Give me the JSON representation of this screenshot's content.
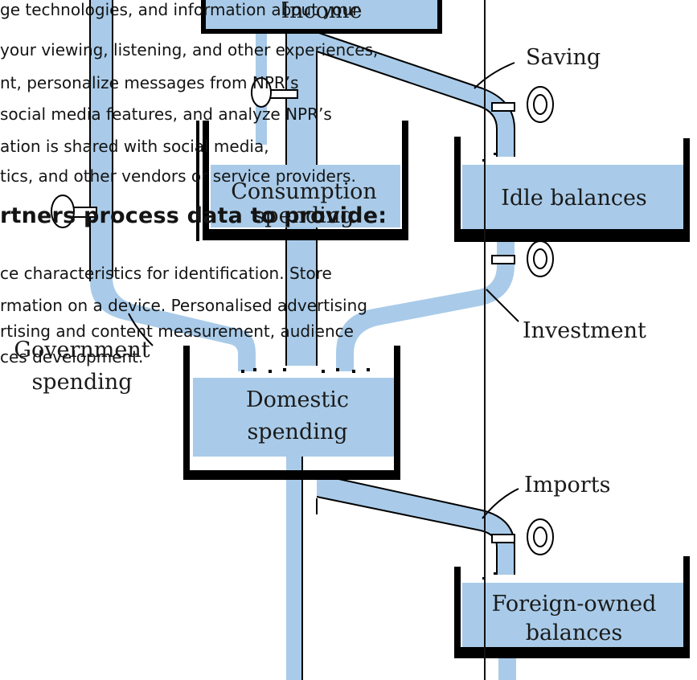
{
  "diagram": {
    "top_tank_label": "Income",
    "consumption_label": [
      "Consumption",
      "spending"
    ],
    "idle_label": "Idle balances",
    "domestic_label": [
      "Domestic",
      "spending"
    ],
    "foreign_label": [
      "Foreign-owned",
      "balances"
    ],
    "government_label": [
      "Government",
      "spending"
    ],
    "saving_label": "Saving",
    "investment_label": "Investment",
    "imports_label": "Imports",
    "water_color": "#a9cbe9"
  },
  "consent": {
    "lines": [
      "ge technologies, and information about your",
      " your viewing, listening, and other experiences,",
      "nt, personalize messages from NPR’s",
      "social media features, and analyze NPR’s",
      "ation is shared with social media,",
      "tics, and other vendors or service providers."
    ],
    "heading": "rtners process data to provide:",
    "purposes": [
      "ce characteristics for identification. Store",
      "rmation on a device. Personalised advertising",
      "rtising and content measurement, audience",
      "ces development."
    ]
  }
}
